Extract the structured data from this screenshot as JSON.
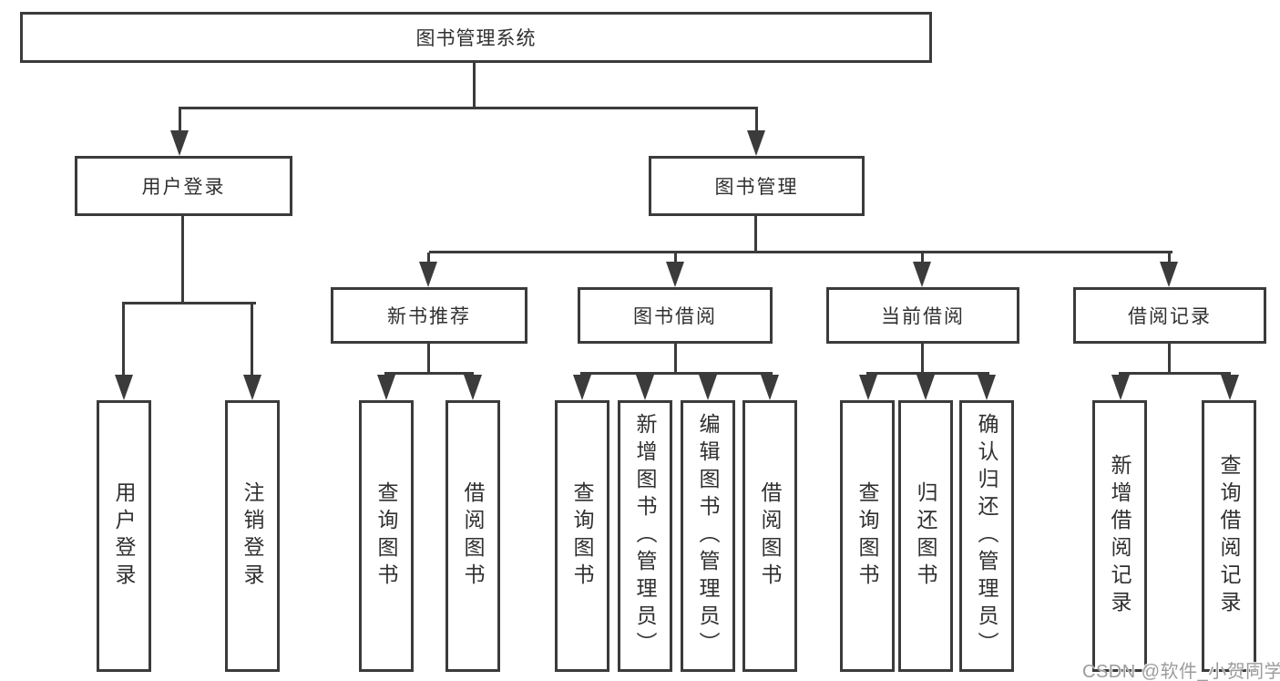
{
  "diagram": {
    "root": {
      "label": "图书管理系统"
    },
    "level1": [
      {
        "id": "user-login",
        "label": "用户登录"
      },
      {
        "id": "book-management",
        "label": "图书管理"
      }
    ],
    "level2": [
      {
        "id": "new-book-recommend",
        "label": "新书推荐"
      },
      {
        "id": "book-borrow",
        "label": "图书借阅"
      },
      {
        "id": "current-borrow",
        "label": "当前借阅"
      },
      {
        "id": "borrow-records",
        "label": "借阅记录"
      }
    ],
    "leaves": [
      {
        "id": "user-login-leaf",
        "label": "用户登录"
      },
      {
        "id": "logout-leaf",
        "label": "注销登录"
      },
      {
        "id": "nbr-query-books",
        "label": "查询图书"
      },
      {
        "id": "nbr-borrow-books",
        "label": "借阅图书"
      },
      {
        "id": "bb-query-books",
        "label": "查询图书"
      },
      {
        "id": "bb-add-books",
        "label": "新增图书（管理员）"
      },
      {
        "id": "bb-edit-books",
        "label": "编辑图书（管理员）"
      },
      {
        "id": "bb-borrow-books",
        "label": "借阅图书"
      },
      {
        "id": "cb-query-books",
        "label": "查询图书"
      },
      {
        "id": "cb-return-books",
        "label": "归还图书"
      },
      {
        "id": "cb-confirm-return",
        "label": "确认归还（管理员）"
      },
      {
        "id": "br-add-record",
        "label": "新增借阅记录"
      },
      {
        "id": "br-query-record",
        "label": "查询借阅记录"
      }
    ],
    "watermark": "CSDN @软件_小贺同学",
    "colors": {
      "line": "#3b3b3b",
      "text": "#303030",
      "background": "#ffffff",
      "watermark": "#9c9c9c"
    }
  }
}
